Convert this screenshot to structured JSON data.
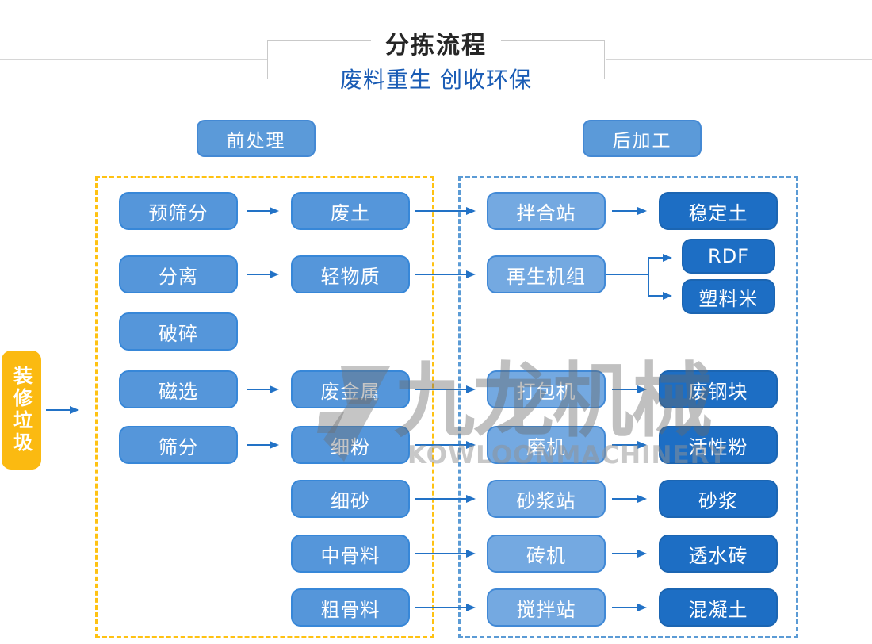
{
  "title": {
    "main": "分拣流程",
    "subtitle": "废料重生 创收环保"
  },
  "sections": {
    "pre": "前处理",
    "post": "后加工"
  },
  "source": {
    "label": "装修垃圾"
  },
  "watermark": {
    "cn": "九龙机械",
    "en": "KOWLOONMACHINERY"
  },
  "colors": {
    "process_fill": "#5596DA",
    "process_border": "#3787D8",
    "machine_fill": "#74A9E1",
    "machine_border": "#4189D6",
    "output_fill": "#1D6EC4",
    "output_border": "#1B65B2",
    "source_yellow": "#FBBA11",
    "dash_yellow": "#FFC212",
    "dash_blue": "#5B9BD5",
    "arrow": "#2272C6",
    "title_text": "#262626",
    "subtitle_text": "#1A5CB5"
  },
  "nodes": [
    {
      "label": "预筛分",
      "type": "process"
    },
    {
      "label": "分离",
      "type": "process"
    },
    {
      "label": "破碎",
      "type": "process"
    },
    {
      "label": "磁选",
      "type": "process"
    },
    {
      "label": "筛分",
      "type": "process"
    },
    {
      "label": "废土",
      "type": "material"
    },
    {
      "label": "轻物质",
      "type": "material"
    },
    {
      "label": "废金属",
      "type": "material"
    },
    {
      "label": "细粉",
      "type": "material"
    },
    {
      "label": "细砂",
      "type": "material"
    },
    {
      "label": "中骨料",
      "type": "material"
    },
    {
      "label": "粗骨料",
      "type": "material"
    },
    {
      "label": "拌合站",
      "type": "machine"
    },
    {
      "label": "再生机组",
      "type": "machine"
    },
    {
      "label": "打包机",
      "type": "machine"
    },
    {
      "label": "磨机",
      "type": "machine"
    },
    {
      "label": "砂浆站",
      "type": "machine"
    },
    {
      "label": "砖机",
      "type": "machine"
    },
    {
      "label": "搅拌站",
      "type": "machine"
    },
    {
      "label": "稳定土",
      "type": "output"
    },
    {
      "label": "RDF",
      "type": "output"
    },
    {
      "label": "塑料米",
      "type": "output"
    },
    {
      "label": "废钢块",
      "type": "output"
    },
    {
      "label": "活性粉",
      "type": "output"
    },
    {
      "label": "砂浆",
      "type": "output"
    },
    {
      "label": "透水砖",
      "type": "output"
    },
    {
      "label": "混凝土",
      "type": "output"
    }
  ]
}
